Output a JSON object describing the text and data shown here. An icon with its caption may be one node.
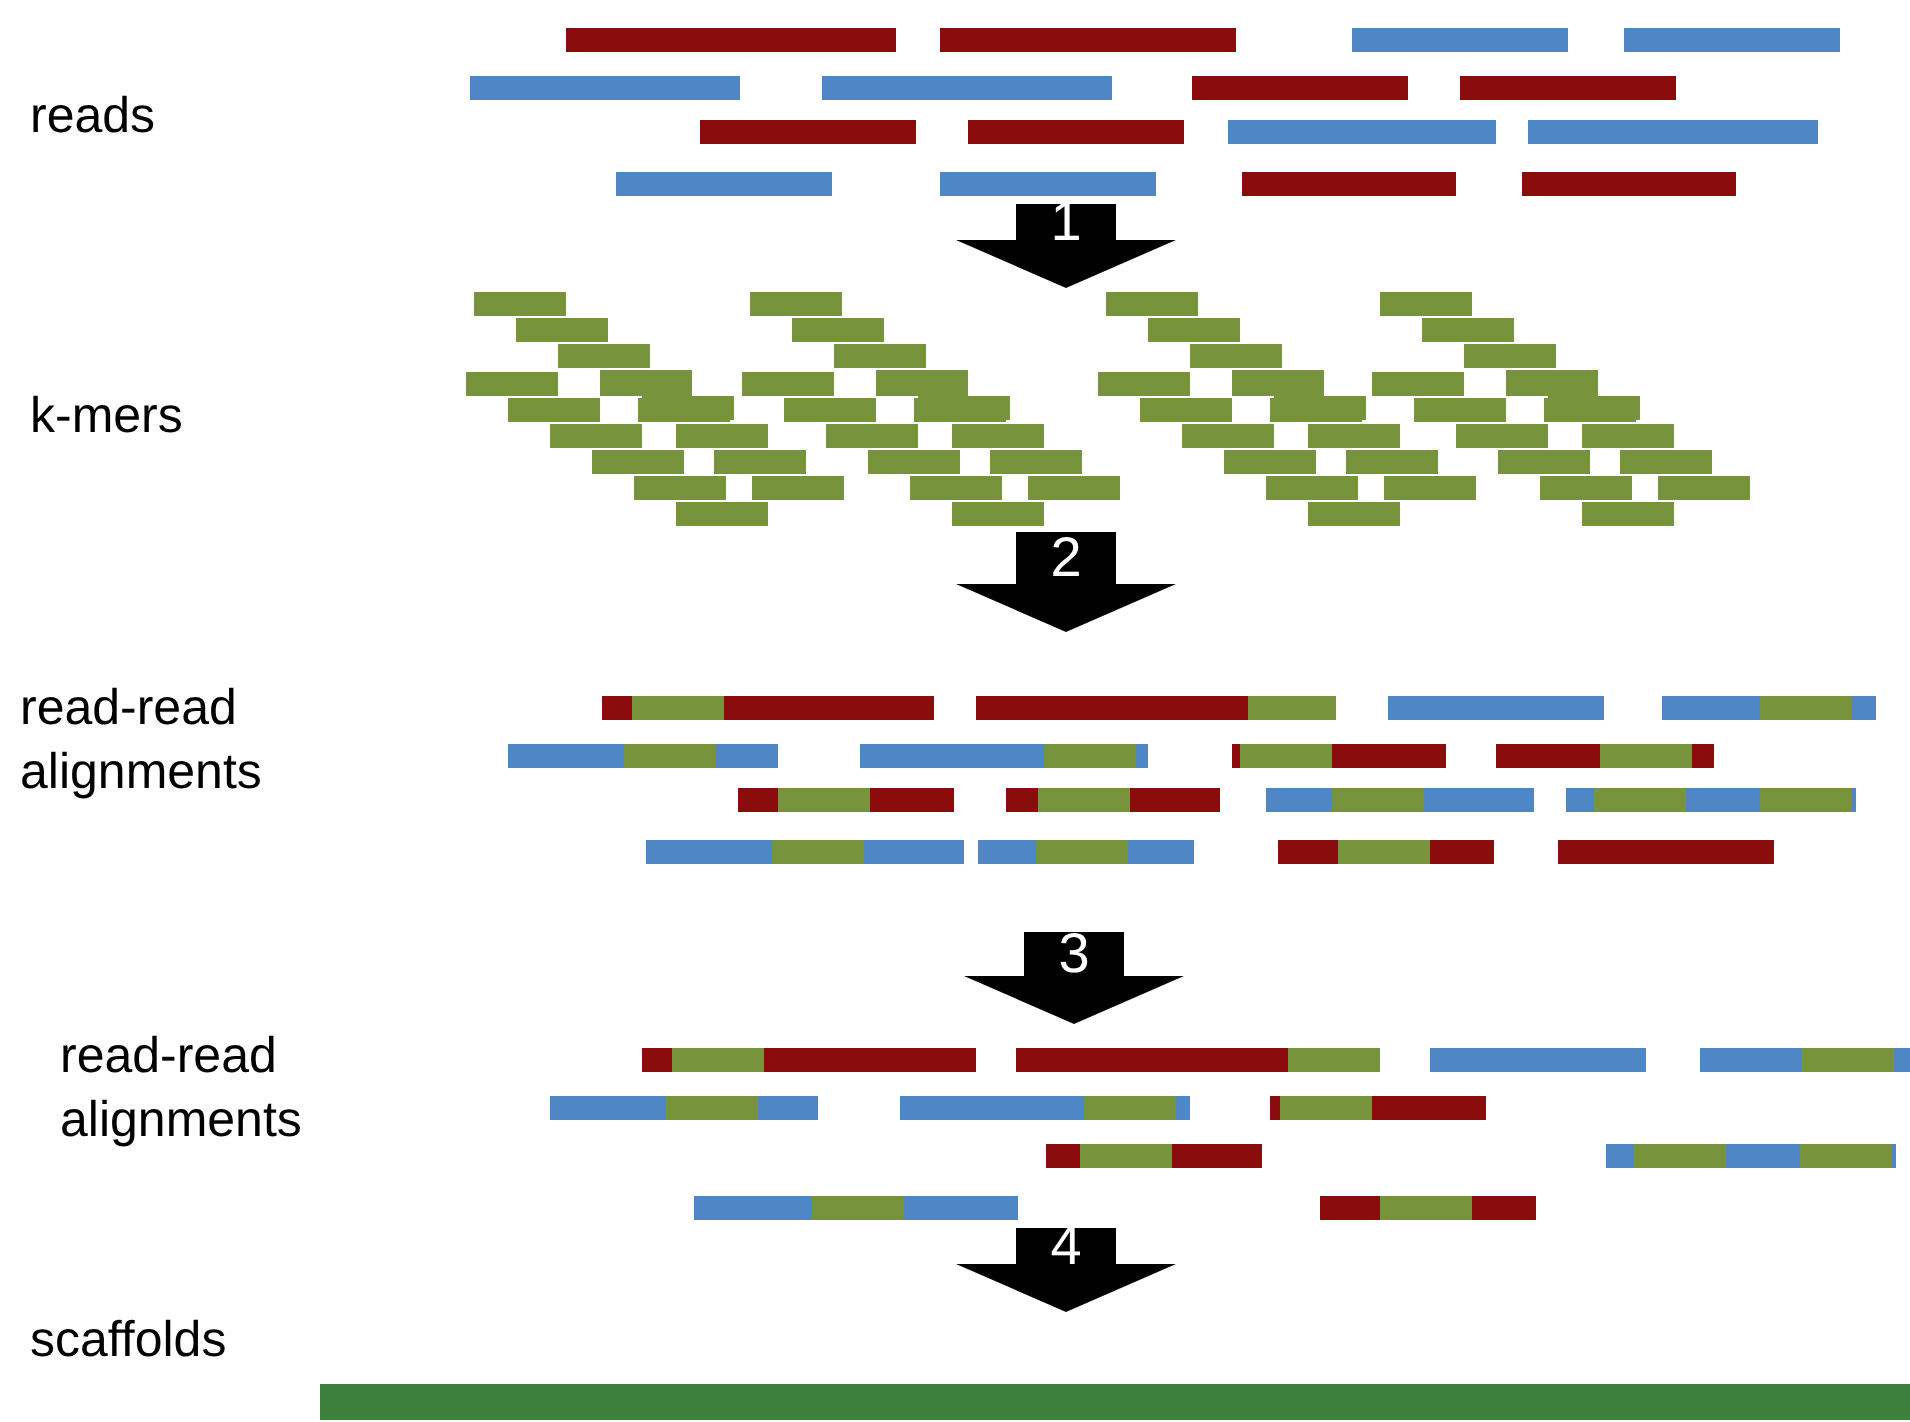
{
  "diagram": {
    "nodes": [
      {
        "text": [
          "reads"
        ]
      },
      {
        "text": [
          "k-mers"
        ]
      },
      {
        "text": [
          "read-read alignments"
        ]
      },
      {
        "text": [
          "read-read alignments"
        ]
      },
      {
        "text": [
          "scaffolds"
        ]
      }
    ],
    "edges": [
      {
        "from": 0,
        "to": 1,
        "arrow": "to",
        "label": "1"
      },
      {
        "from": 1,
        "to": 2,
        "arrow": "to",
        "label": "2"
      },
      {
        "from": 2,
        "to": 3,
        "arrow": "to",
        "label": "3"
      },
      {
        "from": 3,
        "to": 4,
        "arrow": "to",
        "label": "4"
      }
    ]
  }
}
